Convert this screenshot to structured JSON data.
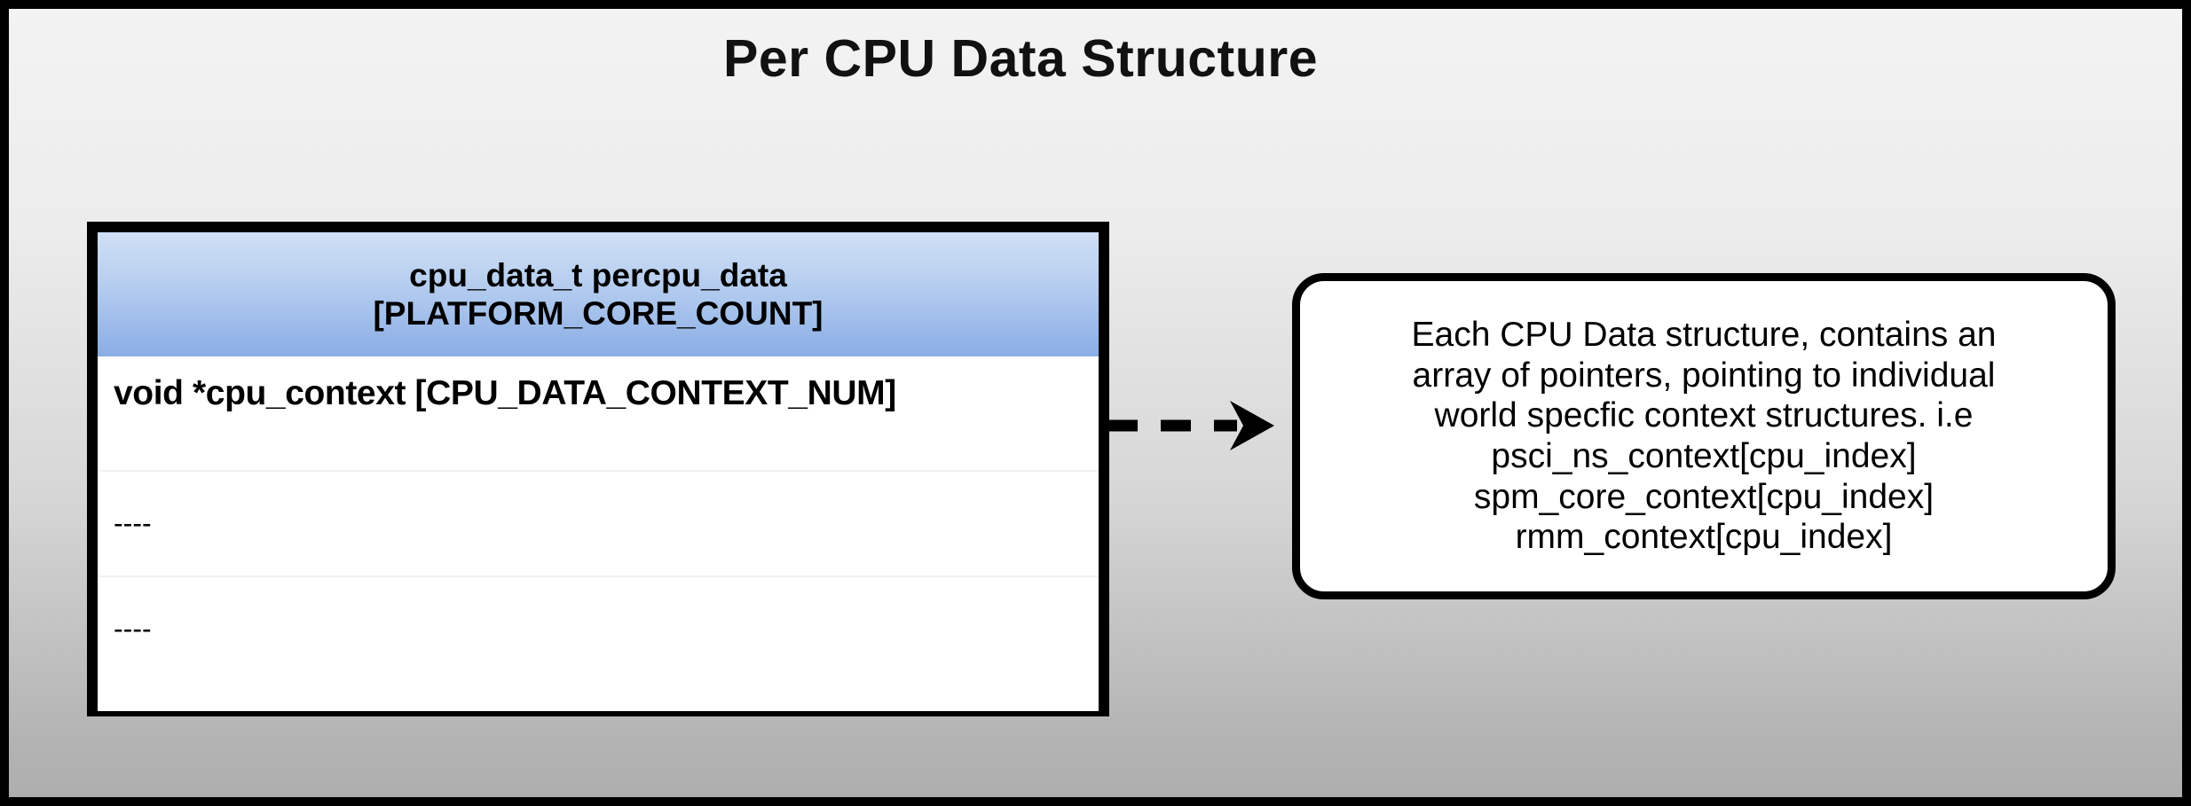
{
  "diagram": {
    "title": "Per CPU Data Structure",
    "background": {
      "gradient_top": "#f3f3f3",
      "gradient_bottom": "#aeaeae",
      "border_color": "#000000"
    },
    "struct_table": {
      "header": {
        "line1": "cpu_data_t percpu_data",
        "line2": "[PLATFORM_CORE_COUNT]",
        "gradient_top": "#cfdff5",
        "gradient_bottom": "#8aade5"
      },
      "rows": [
        {
          "text": "void *cpu_context [CPU_DATA_CONTEXT_NUM]",
          "style": "strong"
        },
        {
          "text": "----",
          "style": "dashes"
        },
        {
          "text": "----",
          "style": "dashes"
        }
      ]
    },
    "connector": {
      "kind": "dashed-arrow",
      "direction": "right",
      "color": "#000000"
    },
    "callout": {
      "lines": [
        "Each CPU Data structure, contains an",
        "array of pointers, pointing to individual",
        "world specfic context structures. i.e",
        "psci_ns_context[cpu_index]",
        "spm_core_context[cpu_index]",
        "rmm_context[cpu_index]"
      ]
    }
  }
}
